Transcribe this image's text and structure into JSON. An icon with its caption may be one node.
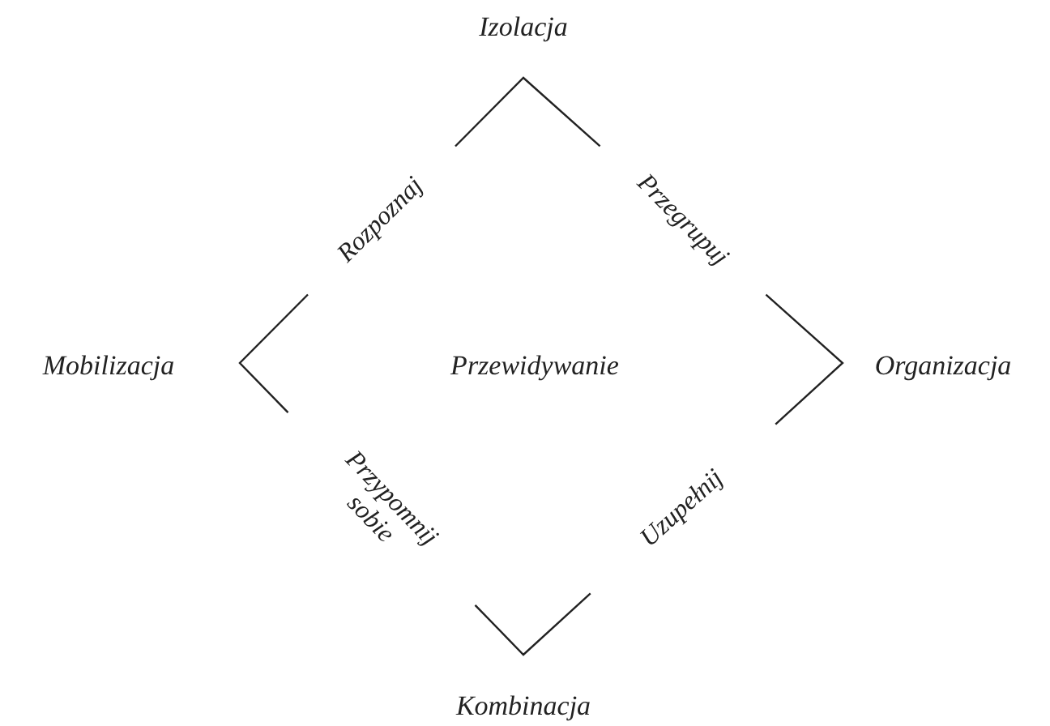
{
  "diagram": {
    "nodes": [
      {
        "text": [
          "Izolacja"
        ]
      },
      {
        "text": [
          "Mobilizacja"
        ]
      },
      {
        "text": [
          "Przewidywanie"
        ]
      },
      {
        "text": [
          "Organizacja"
        ]
      },
      {
        "text": [
          "Kombinacja"
        ]
      }
    ],
    "labels": [
      "Rozpoznaj",
      "Przegrupuj",
      "Przypomnij sobie",
      "Uzupełnij"
    ]
  }
}
